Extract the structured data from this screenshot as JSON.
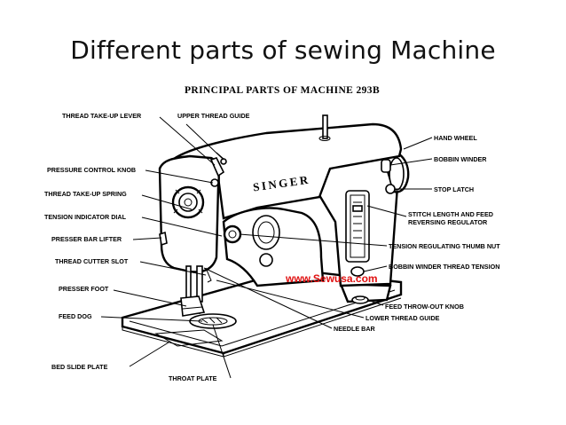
{
  "slide": {
    "title": "Different parts of sewing Machine"
  },
  "diagram": {
    "heading": "PRINCIPAL PARTS OF MACHINE 293B",
    "brand": "SINGER",
    "watermark": "www.Sewusa.com",
    "labels": {
      "thread_take_up_lever": "THREAD TAKE-UP LEVER",
      "upper_thread_guide": "UPPER THREAD GUIDE",
      "hand_wheel": "HAND WHEEL",
      "bobbin_winder": "BOBBIN WINDER",
      "pressure_control_knob": "PRESSURE CONTROL KNOB",
      "stop_latch": "STOP LATCH",
      "thread_take_up_spring": "THREAD TAKE-UP SPRING",
      "stitch_length_line1": "STITCH LENGTH AND FEED",
      "stitch_length_line2": "REVERSING REGULATOR",
      "tension_indicator_dial": "TENSION INDICATOR DIAL",
      "presser_bar_lifter": "PRESSER BAR LIFTER",
      "tension_regulating_thumb_nut": "TENSION REGULATING THUMB NUT",
      "thread_cutter_slot": "THREAD CUTTER SLOT",
      "bobbin_winder_thread_tension": "BOBBIN WINDER THREAD TENSION",
      "presser_foot": "PRESSER FOOT",
      "feed_throw_out_knob": "FEED THROW-OUT KNOB",
      "feed_dog": "FEED DOG",
      "lower_thread_guide": "LOWER THREAD GUIDE",
      "needle_bar": "NEEDLE BAR",
      "bed_slide_plate": "BED SLIDE PLATE",
      "throat_plate": "THROAT PLATE"
    }
  }
}
